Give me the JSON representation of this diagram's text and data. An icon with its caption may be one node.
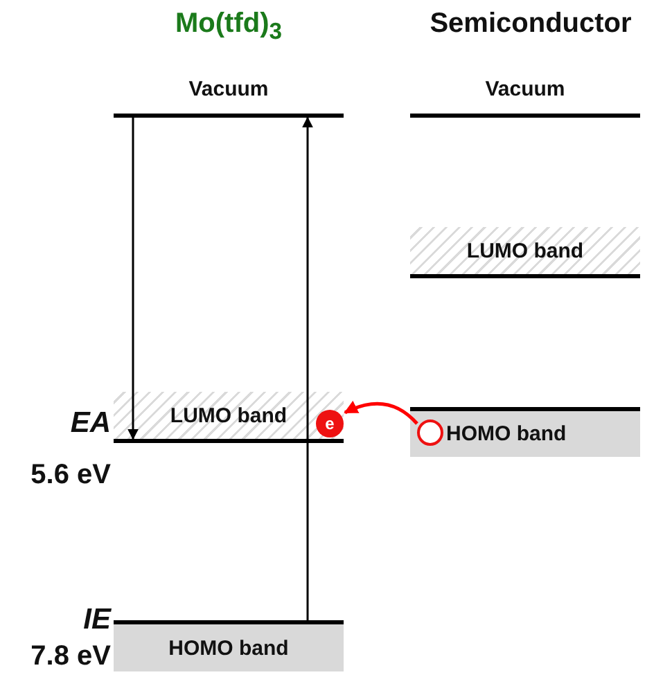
{
  "diagram": {
    "nodes": [
      {
        "text": [
          "Vacuum"
        ]
      },
      {
        "text": [
          "LUMO band"
        ]
      },
      {
        "text": [
          "HOMO band"
        ]
      },
      {
        "text": [
          "Vacuum"
        ]
      },
      {
        "text": [
          "LUMO band"
        ]
      },
      {
        "text": [
          "HOMO band"
        ]
      },
      {
        "text": [
          "e"
        ],
        "in": 1
      },
      {
        "text": [],
        "shape": "circle",
        "in": 5
      }
    ],
    "edges": [
      {
        "from": 0,
        "to": 1,
        "arrow": "to"
      },
      {
        "from": 2,
        "to": 0,
        "arrow": "to"
      },
      {
        "from": 7,
        "to": 6,
        "arrow": "to",
        "color": "#ff0000"
      }
    ],
    "labels": [
      "Mo(tfd)$_{3}$",
      "Semiconductor",
      "EA",
      "5.6 eV",
      "IE",
      "7.8 eV"
    ]
  }
}
